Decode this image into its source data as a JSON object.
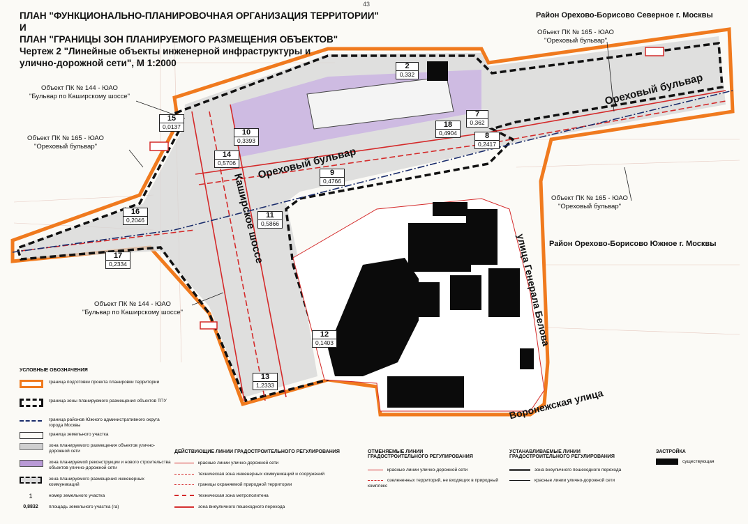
{
  "page_number": "43",
  "title": {
    "line1": "ПЛАН \"ФУНКЦИОНАЛЬНО-ПЛАНИРОВОЧНАЯ ОРГАНИЗАЦИЯ ТЕРРИТОРИИ\" И",
    "line2": "ПЛАН \"ГРАНИЦЫ ЗОН ПЛАНИРУЕМОГО РАЗМЕЩЕНИЯ ОБЪЕКТОВ\"",
    "line3": "Чертеж 2 \"Линейные объекты инженерной инфраструктуры и",
    "line4": "улично-дорожной сети\", М 1:2000"
  },
  "districts": {
    "north": "Район Орехово-Борисово Северное г. Москвы",
    "south": "Район Орехово-Борисово Южное г. Москвы"
  },
  "callouts": {
    "c1_line1": "Объект ПК № 165 - ЮАО",
    "c1_line2": "\"Ореховый бульвар\"",
    "c2_line1": "Объект ПК № 144 - ЮАО",
    "c2_line2": "\"Бульвар по Каширскому шоссе\"",
    "c3_line1": "Объект ПК № 165 - ЮАО",
    "c3_line2": "\"Ореховый бульвар\"",
    "c4_line1": "Объект ПК № 165 - ЮАО",
    "c4_line2": "\"Ореховый бульвар\"",
    "c5_line1": "Объект ПК № 144 - ЮАО",
    "c5_line2": "\"Бульвар по Каширскому шоссе\""
  },
  "streets": {
    "orekhovy1": "Ореховый бульвар",
    "orekhovy2": "Ореховый бульвар",
    "kashirskoe": "Каширское шоссе",
    "belova": "улица Генерала Белова",
    "voronezhskaya": "Воронежская улица"
  },
  "plots": [
    {
      "n": "2",
      "a": "0,332"
    },
    {
      "n": "7",
      "a": "0,362"
    },
    {
      "n": "8",
      "a": "0,2417"
    },
    {
      "n": "18",
      "a": "0,4904"
    },
    {
      "n": "10",
      "a": "0,3393"
    },
    {
      "n": "15",
      "a": "0,0137"
    },
    {
      "n": "14",
      "a": "0,5706"
    },
    {
      "n": "9",
      "a": "0,4766"
    },
    {
      "n": "16",
      "a": "0,2046"
    },
    {
      "n": "11",
      "a": "0,5866"
    },
    {
      "n": "17",
      "a": "0,2334"
    },
    {
      "n": "12",
      "a": "0,1403"
    },
    {
      "n": "13",
      "a": "1,2333"
    }
  ],
  "legend": {
    "heading": "УСЛОВНЫЕ ОБОЗНАЧЕНИЯ",
    "items": [
      "граница подготовки проекта планировки территории",
      "граница зоны планируемого размещения объектов ТПУ",
      "граница районов Южного административного округа города Москвы",
      "граница земельного участка",
      "зона планируемого размещения объектов улично-дорожной сети",
      "зона планируемой реконструкции и нового строительства объектов улично-дорожной сети",
      "зона планируемого размещения инженерных коммуникаций",
      "номер земельного участка",
      "площадь земельного участка (га)"
    ],
    "num_sample": "1",
    "area_sample": "0,8832",
    "col2_head": "ДЕЙСТВУЮЩИЕ ЛИНИИ ГРАДОСТРОИТЕЛЬНОГО РЕГУЛИРОВАНИЯ",
    "col2_items": [
      "красные линии улично-дорожной сети",
      "техническая зона инженерных коммуникаций и сооружений",
      "границы охраняемой природной территории",
      "техническая зона метрополитена",
      "зона внеуличного пешеходного перехода"
    ],
    "col3_head1": "ОТМЕНЯЕМЫЕ ЛИНИИ",
    "col3_head2": "ГРАДОСТРОИТЕЛЬНОГО РЕГУЛИРОВАНИЯ",
    "col3_items": [
      "красные линии улично-дорожной сети",
      "озелененных территорий, не входящих в природный комплекс"
    ],
    "col4_head1": "УСТАНАВЛИВАЕМЫЕ ЛИНИИ",
    "col4_head2": "ГРАДОСТРОИТЕЛЬНОГО РЕГУЛИРОВАНИЯ",
    "col4_items": [
      "зона внеуличного пешеходного перехода",
      "красные линии улично-дорожной сети"
    ],
    "col5_head": "ЗАСТРОЙКА",
    "col5_item": "существующая"
  },
  "colors": {
    "project_border": "#f07a1e",
    "red_line": "#d42a2a",
    "tpu_zone": "#111111",
    "road_zone": "#cfcfcf",
    "reconstruction_zone": "#b99ad6",
    "building": "#0b0b0b"
  }
}
